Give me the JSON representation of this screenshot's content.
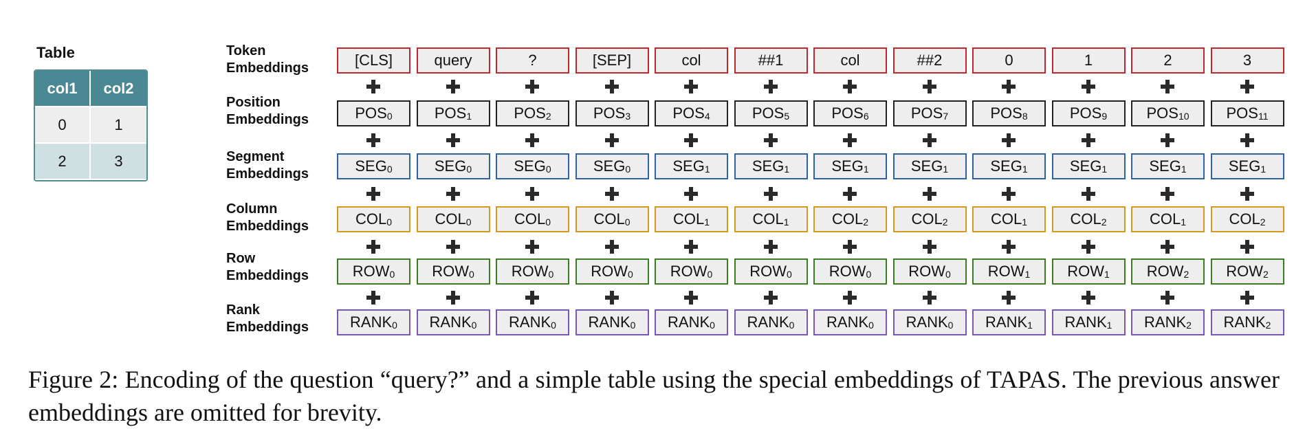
{
  "table": {
    "title": "Table",
    "headers": [
      "col1",
      "col2"
    ],
    "rows": [
      [
        "0",
        "1"
      ],
      [
        "2",
        "3"
      ]
    ],
    "header_color": "#4a8893"
  },
  "embedding_rows": [
    {
      "label": "Token\nEmbeddings",
      "border_color": "#c0282d",
      "cells": [
        {
          "text": "[CLS]"
        },
        {
          "text": "query"
        },
        {
          "text": "?"
        },
        {
          "text": "[SEP]"
        },
        {
          "text": "col"
        },
        {
          "text": "##1"
        },
        {
          "text": "col"
        },
        {
          "text": "##2"
        },
        {
          "text": "0"
        },
        {
          "text": "1"
        },
        {
          "text": "2"
        },
        {
          "text": "3"
        }
      ]
    },
    {
      "label": "Position\nEmbeddings",
      "border_color": "#222222",
      "cells": [
        {
          "text": "POS",
          "sub": "0"
        },
        {
          "text": "POS",
          "sub": "1"
        },
        {
          "text": "POS",
          "sub": "2"
        },
        {
          "text": "POS",
          "sub": "3"
        },
        {
          "text": "POS",
          "sub": "4"
        },
        {
          "text": "POS",
          "sub": "5"
        },
        {
          "text": "POS",
          "sub": "6"
        },
        {
          "text": "POS",
          "sub": "7"
        },
        {
          "text": "POS",
          "sub": "8"
        },
        {
          "text": "POS",
          "sub": "9"
        },
        {
          "text": "POS",
          "sub": "10"
        },
        {
          "text": "POS",
          "sub": "11"
        }
      ]
    },
    {
      "label": "Segment\nEmbeddings",
      "border_color": "#2d62a4",
      "cells": [
        {
          "text": "SEG",
          "sub": "0"
        },
        {
          "text": "SEG",
          "sub": "0"
        },
        {
          "text": "SEG",
          "sub": "0"
        },
        {
          "text": "SEG",
          "sub": "0"
        },
        {
          "text": "SEG",
          "sub": "1"
        },
        {
          "text": "SEG",
          "sub": "1"
        },
        {
          "text": "SEG",
          "sub": "1"
        },
        {
          "text": "SEG",
          "sub": "1"
        },
        {
          "text": "SEG",
          "sub": "1"
        },
        {
          "text": "SEG",
          "sub": "1"
        },
        {
          "text": "SEG",
          "sub": "1"
        },
        {
          "text": "SEG",
          "sub": "1"
        }
      ]
    },
    {
      "label": "Column\nEmbeddings",
      "border_color": "#d49a1e",
      "cells": [
        {
          "text": "COL",
          "sub": "0"
        },
        {
          "text": "COL",
          "sub": "0"
        },
        {
          "text": "COL",
          "sub": "0"
        },
        {
          "text": "COL",
          "sub": "0"
        },
        {
          "text": "COL",
          "sub": "1"
        },
        {
          "text": "COL",
          "sub": "1"
        },
        {
          "text": "COL",
          "sub": "2"
        },
        {
          "text": "COL",
          "sub": "2"
        },
        {
          "text": "COL",
          "sub": "1"
        },
        {
          "text": "COL",
          "sub": "2"
        },
        {
          "text": "COL",
          "sub": "1"
        },
        {
          "text": "COL",
          "sub": "2"
        }
      ]
    },
    {
      "label": "Row\nEmbeddings",
      "border_color": "#3b7d23",
      "cells": [
        {
          "text": "ROW",
          "sub": "0"
        },
        {
          "text": "ROW",
          "sub": "0"
        },
        {
          "text": "ROW",
          "sub": "0"
        },
        {
          "text": "ROW",
          "sub": "0"
        },
        {
          "text": "ROW",
          "sub": "0"
        },
        {
          "text": "ROW",
          "sub": "0"
        },
        {
          "text": "ROW",
          "sub": "0"
        },
        {
          "text": "ROW",
          "sub": "0"
        },
        {
          "text": "ROW",
          "sub": "1"
        },
        {
          "text": "ROW",
          "sub": "1"
        },
        {
          "text": "ROW",
          "sub": "2"
        },
        {
          "text": "ROW",
          "sub": "2"
        }
      ]
    },
    {
      "label": "Rank\nEmbeddings",
      "border_color": "#7a57b5",
      "cells": [
        {
          "text": "RANK",
          "sub": "0"
        },
        {
          "text": "RANK",
          "sub": "0"
        },
        {
          "text": "RANK",
          "sub": "0"
        },
        {
          "text": "RANK",
          "sub": "0"
        },
        {
          "text": "RANK",
          "sub": "0"
        },
        {
          "text": "RANK",
          "sub": "0"
        },
        {
          "text": "RANK",
          "sub": "0"
        },
        {
          "text": "RANK",
          "sub": "0"
        },
        {
          "text": "RANK",
          "sub": "1"
        },
        {
          "text": "RANK",
          "sub": "1"
        },
        {
          "text": "RANK",
          "sub": "2"
        },
        {
          "text": "RANK",
          "sub": "2"
        }
      ]
    }
  ],
  "caption": "Figure 2: Encoding of the question “query?” and a simple table using the special embeddings of TAPAS. The previous answer embeddings are omitted for brevity."
}
